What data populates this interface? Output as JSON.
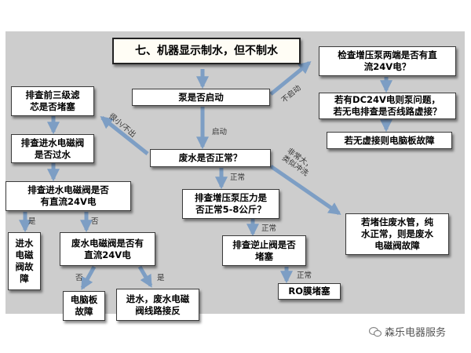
{
  "title": "七、机器显示制水，但不制水",
  "nodes": {
    "pump_started": "泵是否启动",
    "waste_water_normal": "废水是否正常？",
    "check_pressure": "排查增压泵压力是\n否正常5-8公斤？",
    "check_valve": "排查逆止阀是否\n堵塞",
    "ro_clogged": "RO膜堵塞",
    "check_filters": "排查前三级滤\n芯是否堵塞",
    "inlet_valve_water": "排查进水电磁阀\n是否过水",
    "inlet_valve_24v": "排查进水电磁阀是否\n有直流24V电",
    "inlet_valve_fault": "进水\n电磁\n阀故\n障",
    "waste_valve_24v": "废水电磁阀是否有\n直流24V电",
    "board_fault": "电脑板\n故障",
    "valve_wiring": "进水，废水电磁\n阀线路接反",
    "check_pump_24v": "检查增压泵两端是否有直\n流24V电？",
    "pump_issue": "若有DC24V电则泵问题，\n若无电排查是否线路虚接？",
    "no_loose_board": "若无虚接则电脑板故障",
    "waste_pipe_block": "若堵住废水管，纯\n水正常，则是废水\n电磁阀故障"
  },
  "edge_labels": {
    "started": "启动",
    "not_started": "不启动",
    "small_none": "很小/不出",
    "normal_1": "正常",
    "normal_2": "正常",
    "normal_3": "正常",
    "very_large": "非常大，\n类似冲洗",
    "yes_1": "是",
    "no_1": "否",
    "no_2": "否",
    "yes_2": "是"
  },
  "watermark": "森乐电器服务",
  "colors": {
    "arrow": "#7d9ec4",
    "panel": "#cdcdcd",
    "box_border": "#3a3a3a"
  }
}
